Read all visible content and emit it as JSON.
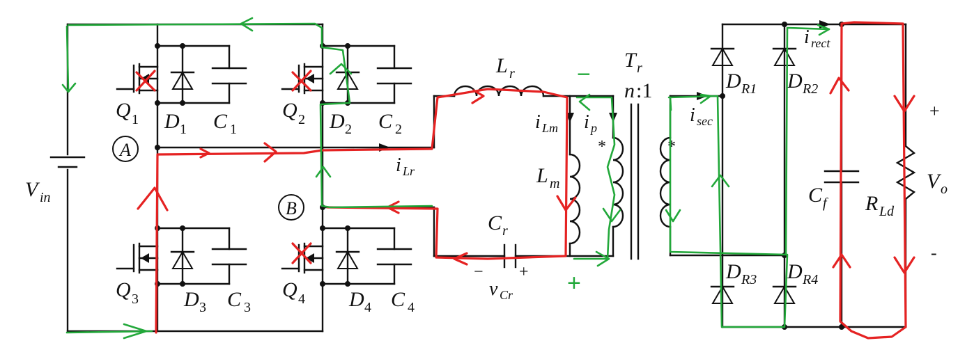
{
  "labels": {
    "vin": "V",
    "vin_sub": "in",
    "q1": "Q",
    "q1_sub": "1",
    "q2": "Q",
    "q2_sub": "2",
    "q3": "Q",
    "q3_sub": "3",
    "q4": "Q",
    "q4_sub": "4",
    "d1": "D",
    "d1_sub": "1",
    "d2": "D",
    "d2_sub": "2",
    "d3": "D",
    "d3_sub": "3",
    "d4": "D",
    "d4_sub": "4",
    "c1": "C",
    "c1_sub": "1",
    "c2": "C",
    "c2_sub": "2",
    "c3": "C",
    "c3_sub": "3",
    "c4": "C",
    "c4_sub": "4",
    "node_a": "A",
    "node_b": "B",
    "ilr": "i",
    "ilr_sub": "Lr",
    "lr": "L",
    "lr_sub": "r",
    "ilm": "i",
    "ilm_sub": "Lm",
    "ip": "i",
    "ip_sub": "p",
    "lm": "L",
    "lm_sub": "m",
    "cr": "C",
    "cr_sub": "r",
    "vcr": "v",
    "vcr_sub": "Cr",
    "vcr_minus": "−",
    "vcr_plus": "+",
    "tr": "T",
    "tr_sub": "r",
    "ratio_n": "n",
    "ratio_rest": ":1",
    "dot_p": "*",
    "dot_s": "*",
    "isec": "i",
    "isec_sub": "sec",
    "dr1": "D",
    "dr1_sub": "R1",
    "dr2": "D",
    "dr2_sub": "R2",
    "dr3": "D",
    "dr3_sub": "R3",
    "dr4": "D",
    "dr4_sub": "R4",
    "irect": "i",
    "irect_sub": "rect",
    "cf": "C",
    "cf_sub": "f",
    "rld": "R",
    "rld_sub": "Ld",
    "vo": "V",
    "vo_sub": "o",
    "vo_plus": "+",
    "vo_minus": "-"
  },
  "annotations": {
    "green_minus": "−",
    "green_plus": "+"
  },
  "colors": {
    "circuit": "#111111",
    "red_path": "#e52222",
    "green_path": "#22a83a"
  }
}
